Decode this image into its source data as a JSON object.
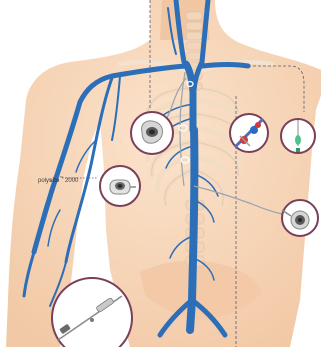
{
  "callout": {
    "brand_prefix": "poly",
    "brand_bold": "site",
    "trademark": "™",
    "model": "2000"
  },
  "colors": {
    "skin": "#f6d3b4",
    "skin_shadow": "#f0c2a0",
    "bone": "#f3e0cc",
    "vein": "#2c6fb8",
    "vein_dark": "#1f4f8e",
    "circle_stroke": "#7a3f5a",
    "guide_line": "#5a5a7a"
  },
  "icons": [
    "port-device-icon",
    "catheter-clamp-icon",
    "catheter-tip-icon",
    "implant-port-icon",
    "insertion-needle-icon"
  ]
}
